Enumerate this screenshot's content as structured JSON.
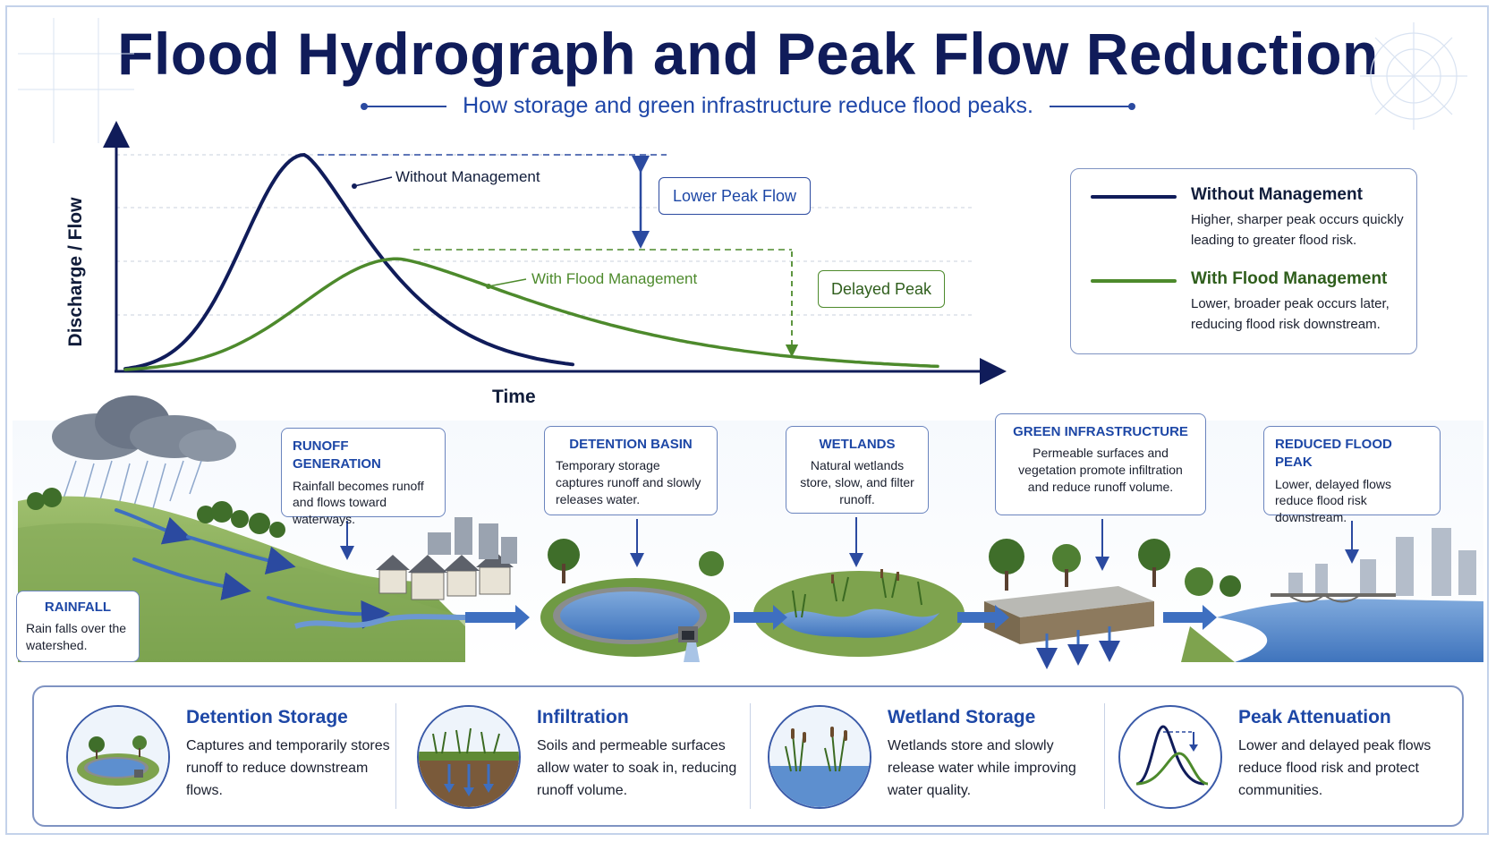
{
  "title": "Flood Hydrograph and Peak Flow Reduction",
  "subtitle": "How storage and green infrastructure reduce flood peaks.",
  "colors": {
    "navy": "#101c5a",
    "green": "#4d8a2c",
    "blue_accent": "#1d47a6",
    "water": "#5d8fcf"
  },
  "hydrograph": {
    "y_axis_label": "Discharge / Flow",
    "x_axis_label": "Time",
    "curve_without_label": "Without Management",
    "curve_with_label": "With Flood Management",
    "lower_peak_label": "Lower Peak Flow",
    "delayed_peak_label": "Delayed Peak",
    "without_peak": 1.0,
    "with_peak": 0.52
  },
  "legend": {
    "items": [
      {
        "name": "Without Management",
        "desc": "Higher, sharper peak occurs quickly leading to greater flood risk.",
        "color": "#101c5a"
      },
      {
        "name": "With Flood Management",
        "desc": "Lower, broader peak occurs later, reducing flood risk downstream.",
        "color": "#4d8a2c"
      }
    ]
  },
  "landscape": {
    "callouts": [
      {
        "title": "RAINFALL",
        "text": "Rain falls over the watershed."
      },
      {
        "title": "RUNOFF GENERATION",
        "text": "Rainfall becomes runoff and flows toward waterways."
      },
      {
        "title": "DETENTION BASIN",
        "text": "Temporary storage captures runoff and slowly releases water."
      },
      {
        "title": "WETLANDS",
        "text": "Natural wetlands store, slow, and filter runoff."
      },
      {
        "title": "GREEN INFRASTRUCTURE",
        "text": "Permeable surfaces and vegetation promote infiltration and reduce runoff volume."
      },
      {
        "title": "REDUCED FLOOD PEAK",
        "text": "Lower, delayed flows reduce flood risk downstream."
      }
    ]
  },
  "features": [
    {
      "title": "Detention Storage",
      "desc": "Captures and temporarily stores runoff to reduce downstream flows.",
      "icon": "pond-icon"
    },
    {
      "title": "Infiltration",
      "desc": "Soils and permeable surfaces allow water to soak in, reducing runoff volume.",
      "icon": "soil-infiltration-icon"
    },
    {
      "title": "Wetland Storage",
      "desc": "Wetlands store and slowly release water while improving water quality.",
      "icon": "wetland-icon"
    },
    {
      "title": "Peak Attenuation",
      "desc": "Lower and delayed peak flows reduce flood risk and protect communities.",
      "icon": "hydrograph-icon"
    }
  ]
}
